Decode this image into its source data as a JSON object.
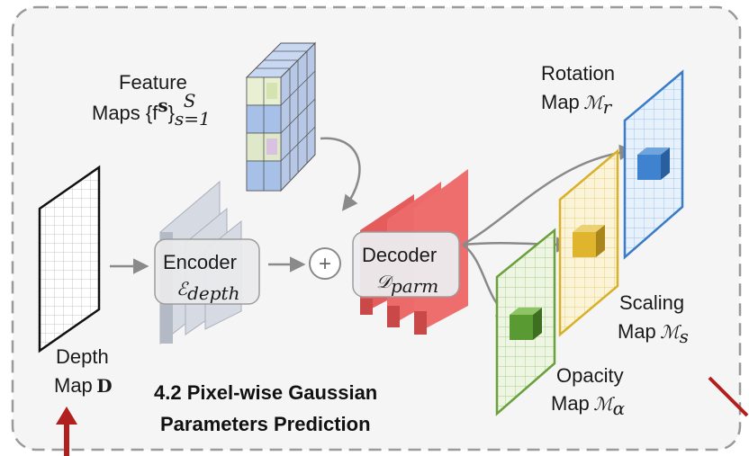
{
  "title_line1": "4.2 Pixel-wise Gaussian",
  "title_line2": "Parameters Prediction",
  "feature_maps": {
    "line1": "Feature",
    "line2": "Maps {f",
    "sup": "s",
    "close": "}",
    "sub": "s=1",
    "upper": "S"
  },
  "depth_map": {
    "line1": "Depth",
    "line2": "Map",
    "symbol": "D"
  },
  "encoder": {
    "label": "Encoder",
    "symbol": "ℰ",
    "subscript": "depth"
  },
  "decoder": {
    "label": "Decoder",
    "symbol": "𝒟",
    "subscript": "parm"
  },
  "plus_symbol": "+",
  "rotation_map": {
    "line1": "Rotation",
    "line2": "Map",
    "symbol": "ℳ",
    "subscript": "r"
  },
  "scaling_map": {
    "line1": "Scaling",
    "line2": "Map",
    "symbol": "ℳ",
    "subscript": "s"
  },
  "opacity_map": {
    "line1": "Opacity",
    "line2": "Map",
    "symbol": "ℳ",
    "subscript": "α"
  },
  "colors": {
    "border": "#9a9a9a",
    "background": "#f5f5f6",
    "decoder_red": "#ee6e6e",
    "decoder_red_dark": "#c94848",
    "encoder_gray": "#c7ccd6",
    "rotation_blue": "#3a7cc8",
    "rotation_fill": "#e7f1fb",
    "scaling_yellow": "#d8b02a",
    "scaling_fill": "#fbf4d8",
    "opacity_green": "#6aa13c",
    "opacity_fill": "#eef6e3",
    "arrow_gray": "#8a8a8a",
    "accent_red": "#b21f1f"
  }
}
